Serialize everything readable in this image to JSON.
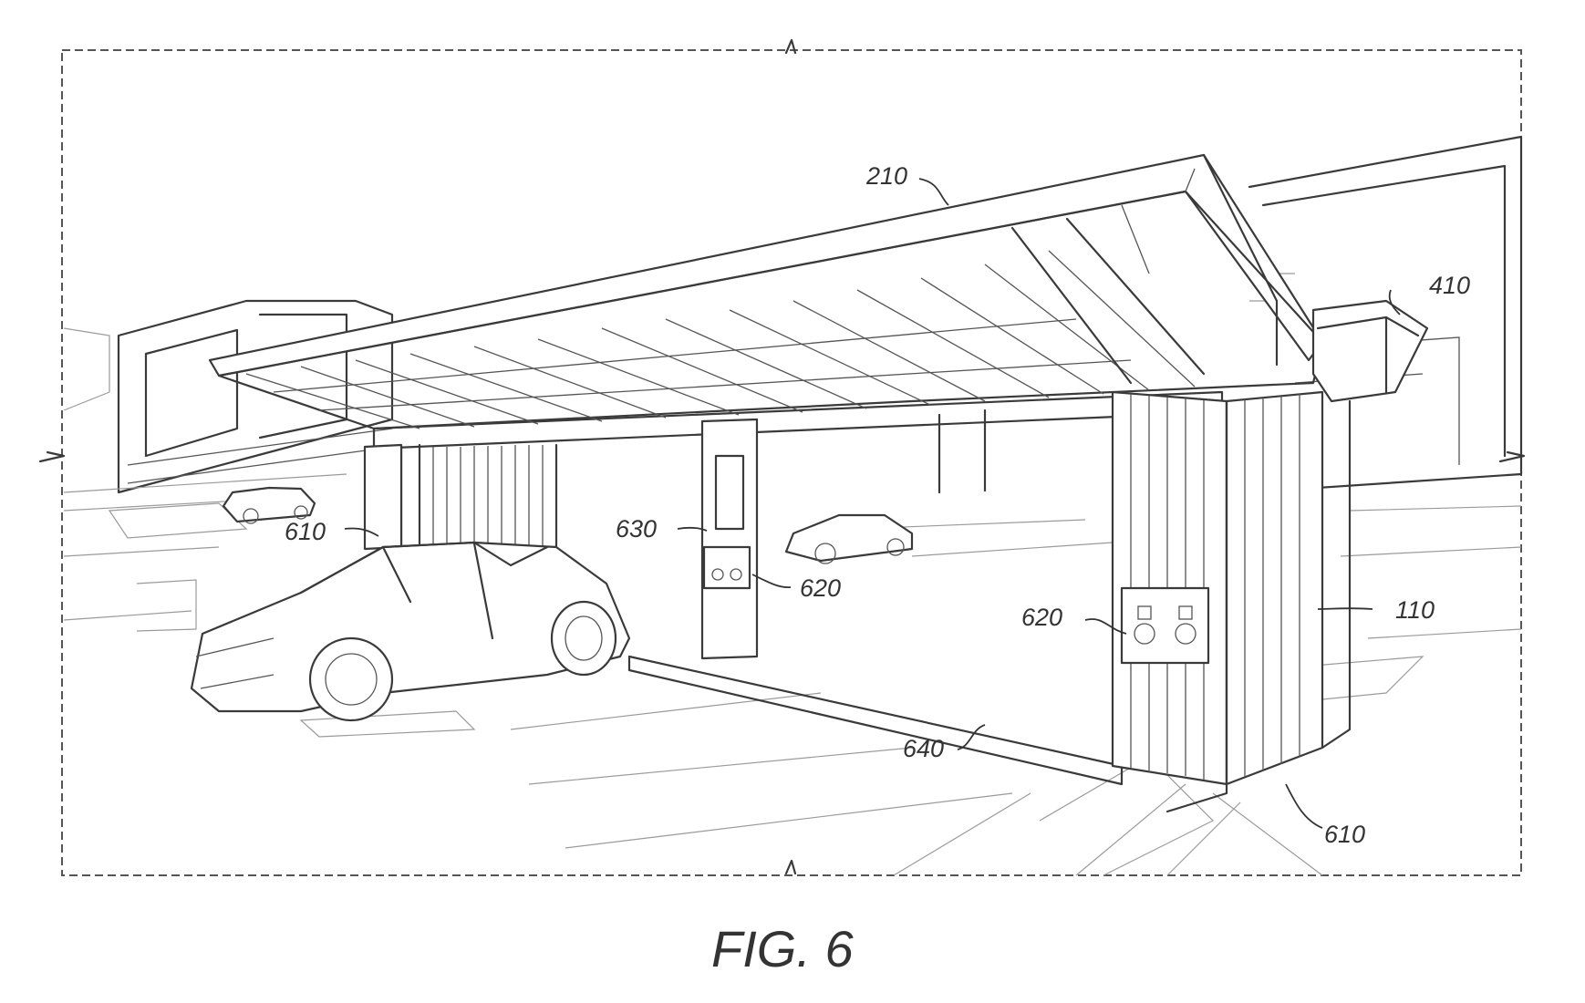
{
  "figure": {
    "caption": "FIG. 6",
    "reference_numerals": {
      "canopy": "210",
      "side_module": "410",
      "column_left": "610",
      "column_right": "610",
      "display_post": "630",
      "charger_center": "620",
      "charger_right": "620",
      "pedestal": "110",
      "ground_conduit": "640"
    }
  }
}
